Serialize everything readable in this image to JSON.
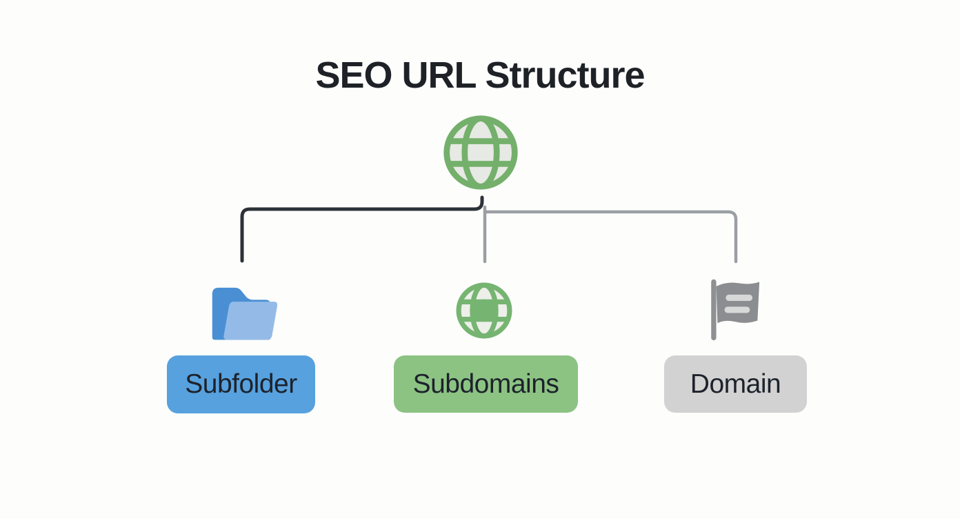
{
  "title": "SEO URL Structure",
  "root": {
    "icon": "globe-icon"
  },
  "nodes": [
    {
      "label": "Subfolder",
      "icon": "folder-icon",
      "color": "#57a1de"
    },
    {
      "label": "Subdomains",
      "icon": "globe-icon",
      "color": "#8cc383"
    },
    {
      "label": "Domain",
      "icon": "flag-icon",
      "color": "#d2d2d2"
    }
  ],
  "colors": {
    "background": "#fdfdfc",
    "title_text": "#1e2227",
    "globe_green": "#74b06b",
    "globe_fill": "#e7e9e4",
    "folder_back_blue": "#4a8fd4",
    "folder_front_blue": "#94bbe7",
    "flag_gray": "#8c8d90",
    "flag_bar_light": "#d8d8d8",
    "connector_dark": "#2d3138",
    "connector_gray": "#9b9fa3",
    "label_text": "#1d222b"
  }
}
